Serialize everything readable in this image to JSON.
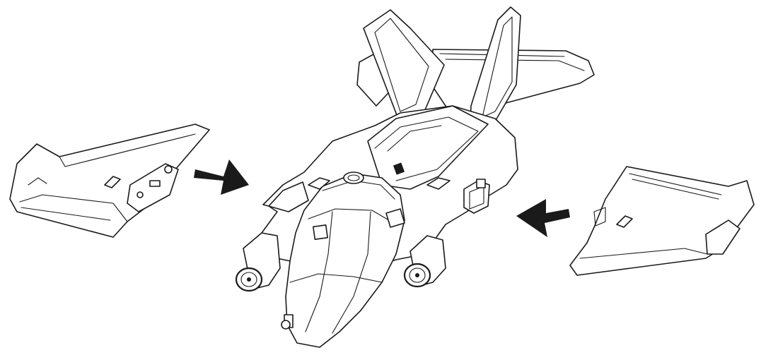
{
  "figure": {
    "subject": "jet-model-wing-assembly",
    "colors": {
      "line": "#1a1a1a",
      "background": "#ffffff"
    },
    "parts": [
      "left-wing",
      "fuselage",
      "right-wing"
    ],
    "arrows": [
      "arrow-left-wing-to-fuselage",
      "arrow-right-wing-to-fuselage"
    ]
  }
}
